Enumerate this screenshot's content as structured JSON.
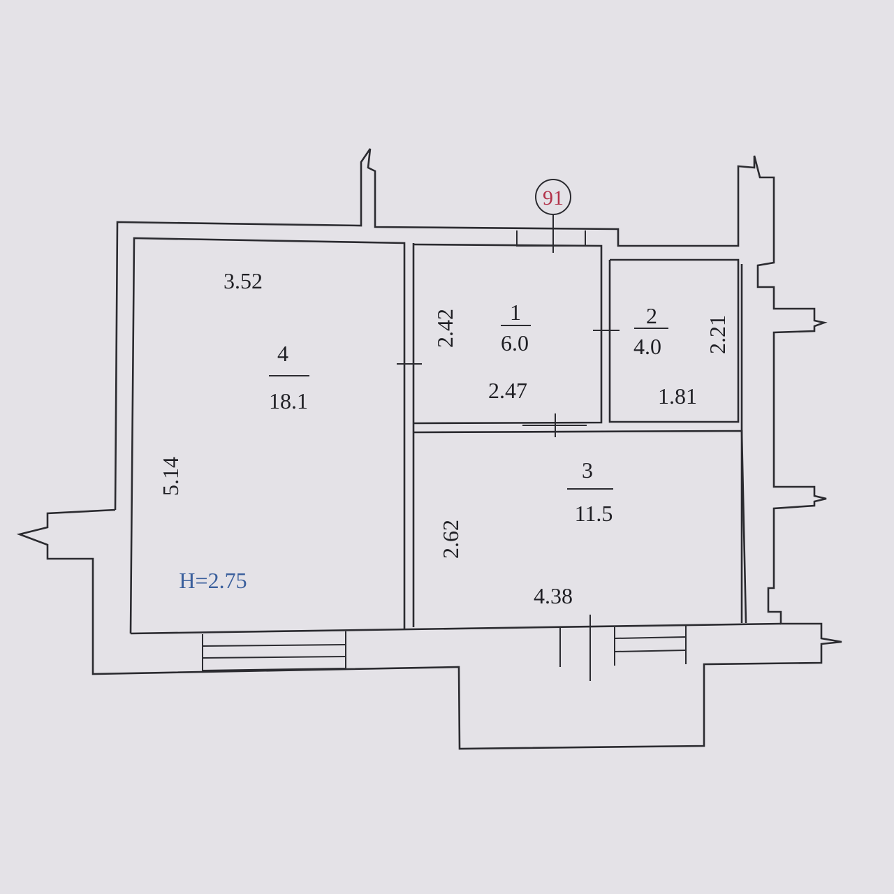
{
  "plan": {
    "apartment_number": "91",
    "ceiling_height": "H=2.75",
    "colors": {
      "lines": "#2b2b30",
      "text": "#1f1f24",
      "apartment_marker": "#b2324a",
      "height_label": "#3a5f9c",
      "paper": "#e4e2e7"
    },
    "rooms": [
      {
        "number": "1",
        "area": "6.0",
        "dims": [
          "2.42",
          "2.47"
        ]
      },
      {
        "number": "2",
        "area": "4.0",
        "dims": [
          "2.21",
          "1.81"
        ]
      },
      {
        "number": "3",
        "area": "11.5",
        "dims": [
          "2.62",
          "4.38"
        ]
      },
      {
        "number": "4",
        "area": "18.1",
        "dims": [
          "3.52",
          "5.14"
        ]
      }
    ]
  }
}
